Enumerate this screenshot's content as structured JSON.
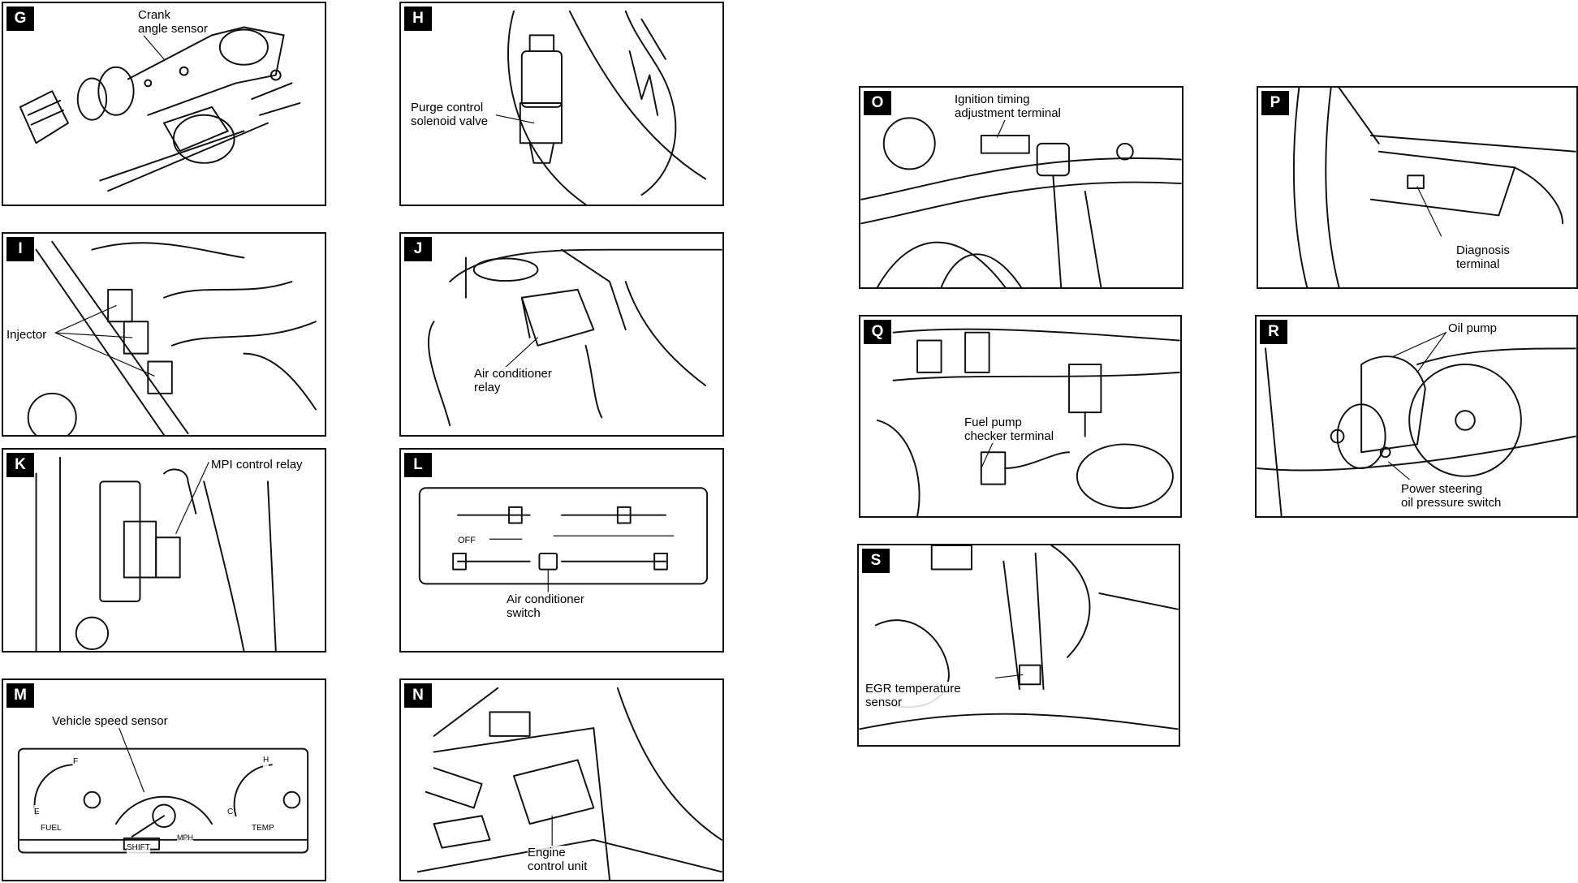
{
  "panels": {
    "G": {
      "letter": "G",
      "labels": [
        "Crank\nangle sensor"
      ]
    },
    "H": {
      "letter": "H",
      "labels": [
        "Purge control\nsolenoid valve"
      ]
    },
    "I": {
      "letter": "I",
      "labels": [
        "Injector"
      ]
    },
    "J": {
      "letter": "J",
      "labels": [
        "Air conditioner\nrelay"
      ]
    },
    "K": {
      "letter": "K",
      "labels": [
        "MPI control relay"
      ]
    },
    "L": {
      "letter": "L",
      "labels": [
        "Air conditioner\nswitch",
        "OFF"
      ]
    },
    "M": {
      "letter": "M",
      "labels": [
        "Vehicle speed sensor",
        "FUEL",
        "TEMP",
        "SHIFT",
        "MPH",
        "F",
        "E",
        "H",
        "C"
      ]
    },
    "N": {
      "letter": "N",
      "labels": [
        "Engine\ncontrol unit"
      ]
    },
    "O": {
      "letter": "O",
      "labels": [
        "Ignition timing\nadjustment terminal"
      ]
    },
    "P": {
      "letter": "P",
      "labels": [
        "Diagnosis\nterminal"
      ]
    },
    "Q": {
      "letter": "Q",
      "labels": [
        "Fuel pump\nchecker terminal"
      ]
    },
    "R": {
      "letter": "R",
      "labels": [
        "Oil pump",
        "Power steering\noil pressure switch"
      ]
    },
    "S": {
      "letter": "S",
      "labels": [
        "EGR temperature\nsensor"
      ]
    }
  }
}
